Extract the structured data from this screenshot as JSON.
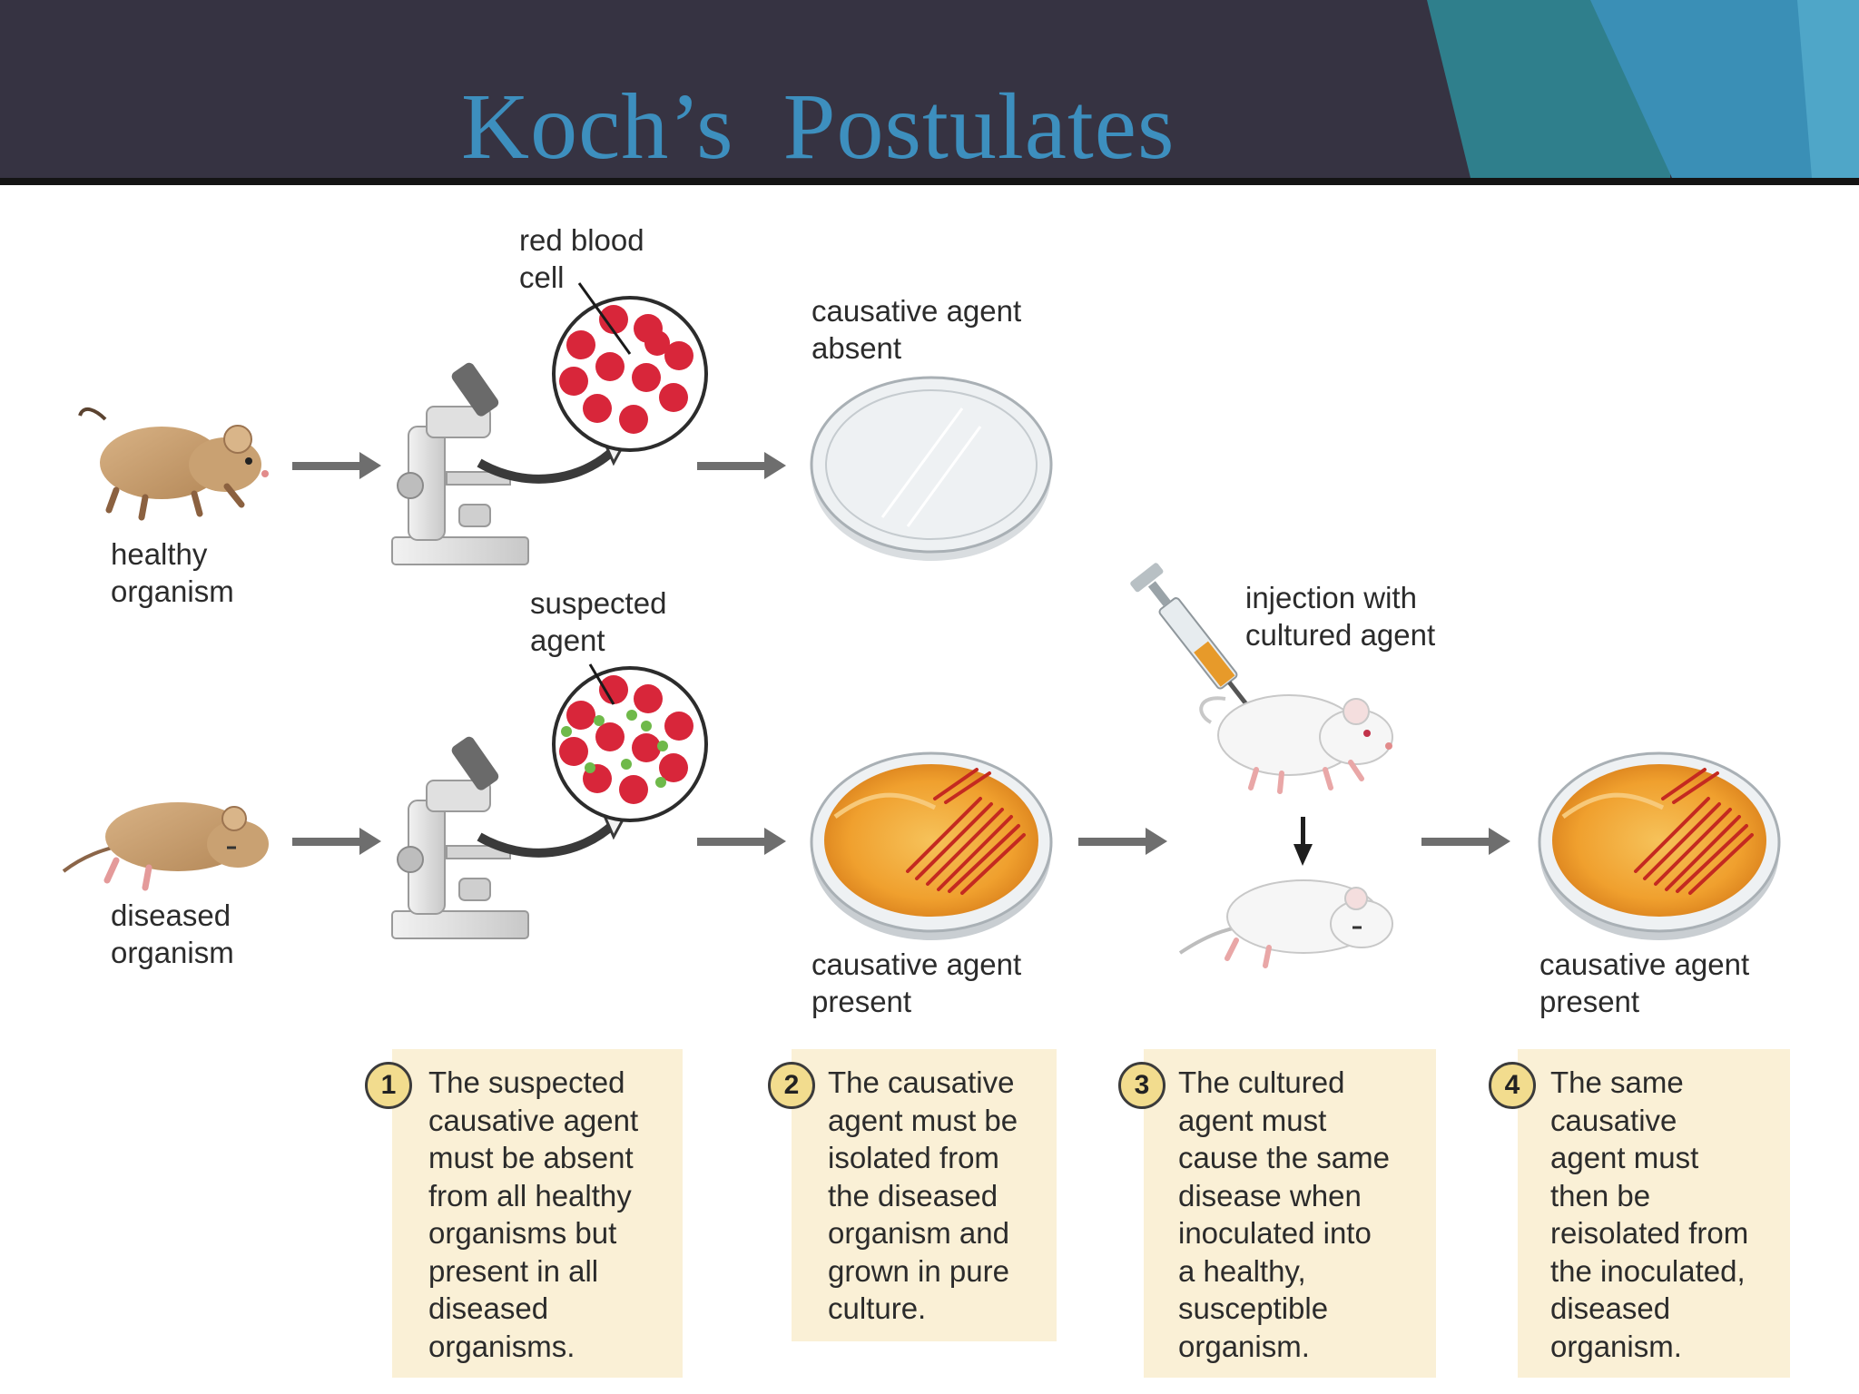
{
  "title": "Koch’s  Postulates",
  "colors": {
    "header_bg": "#363342",
    "title_color": "#3d8fbe",
    "accent_teal": "#2f8a95",
    "accent_blue": "#3e93bb",
    "step_box_bg": "#faf0d6",
    "badge_fill": "#f2dc8e",
    "rbc_red": "#d8263a",
    "agar_orange": "#f2a531",
    "agent_green": "#6fb94a"
  },
  "labels": {
    "red_blood_cell": "red blood\ncell",
    "causative_absent": "causative agent\nabsent",
    "healthy_organism": "healthy\norganism",
    "suspected_agent": "suspected\nagent",
    "injection": "injection with\ncultured agent",
    "diseased_organism": "diseased\norganism",
    "causative_present_1": "causative agent\npresent",
    "causative_present_2": "causative agent\npresent"
  },
  "steps": [
    {
      "number": "1",
      "text": "The suspected\ncausative agent\nmust be absent\nfrom all healthy\norganisms but\npresent in all\ndiseased\norganisms."
    },
    {
      "number": "2",
      "text": "The causative\nagent must be\nisolated from\nthe diseased\norganism and\ngrown in pure\nculture."
    },
    {
      "number": "3",
      "text": "The cultured\nagent must\ncause the same\ndisease when\ninoculated into\na healthy,\nsusceptible\norganism."
    },
    {
      "number": "4",
      "text": "The same\ncausative\nagent must\nthen be\nreisolated from\nthe inoculated,\ndiseased\norganism."
    }
  ],
  "icons": [
    "healthy-mouse-icon",
    "diseased-mouse-icon",
    "microscope-icon",
    "magnified-view-icon",
    "petri-dish-icon",
    "culture-dish-icon",
    "syringe-icon",
    "white-mouse-icon",
    "arrow-right-icon",
    "arrow-down-icon"
  ]
}
